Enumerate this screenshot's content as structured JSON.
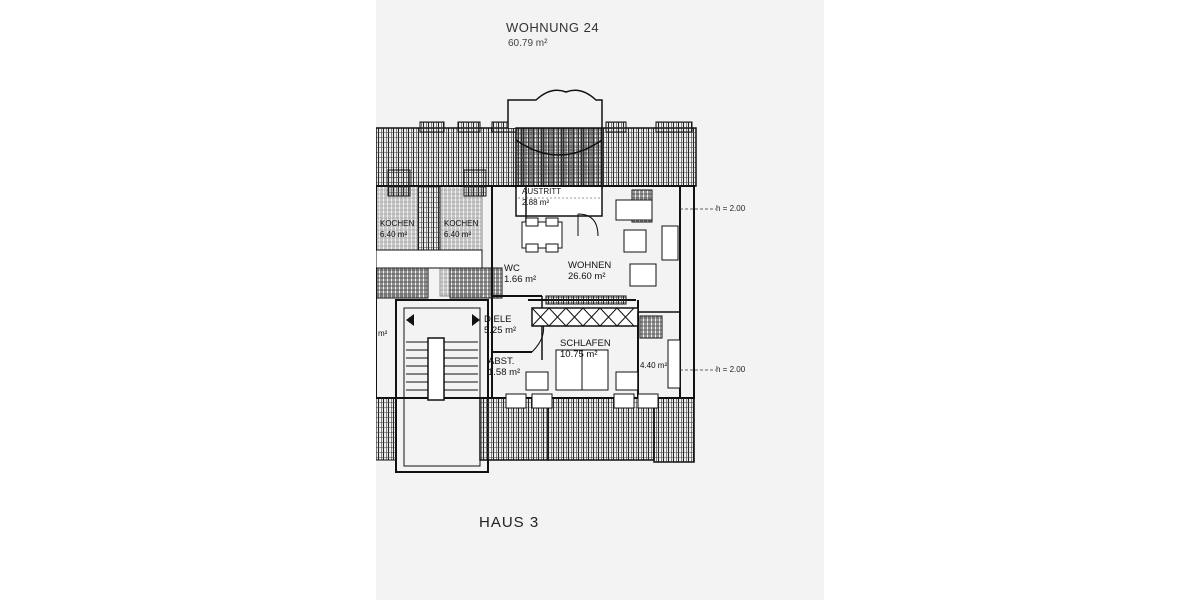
{
  "apartment": {
    "title": "WOHNUNG 24",
    "area": "60.79 m²"
  },
  "house": "HAUS 3",
  "rooms": [
    {
      "id": "wohnen",
      "name": "WOHNEN",
      "area": "26.60 m²"
    },
    {
      "id": "wc",
      "name": "WC",
      "area": "1.66 m²"
    },
    {
      "id": "diele",
      "name": "DIELE",
      "area": "5.25 m²"
    },
    {
      "id": "abst",
      "name": "ABST.",
      "area": "1.58 m²"
    },
    {
      "id": "schlafen",
      "name": "SCHLAFEN",
      "area": "10.75 m²"
    },
    {
      "id": "austritt",
      "name": "AUSTRITT",
      "area": "2.88 m²"
    },
    {
      "id": "kochen1",
      "name": "KOCHEN",
      "area": "6.40 m²"
    },
    {
      "id": "kochen2",
      "name": "KOCHEN",
      "area": "6.40 m²"
    },
    {
      "id": "bad",
      "name": "",
      "area": "4.40 m²"
    }
  ],
  "height_marks": [
    "h = 2.00",
    "h = 2.00"
  ],
  "partial_label": "m²"
}
